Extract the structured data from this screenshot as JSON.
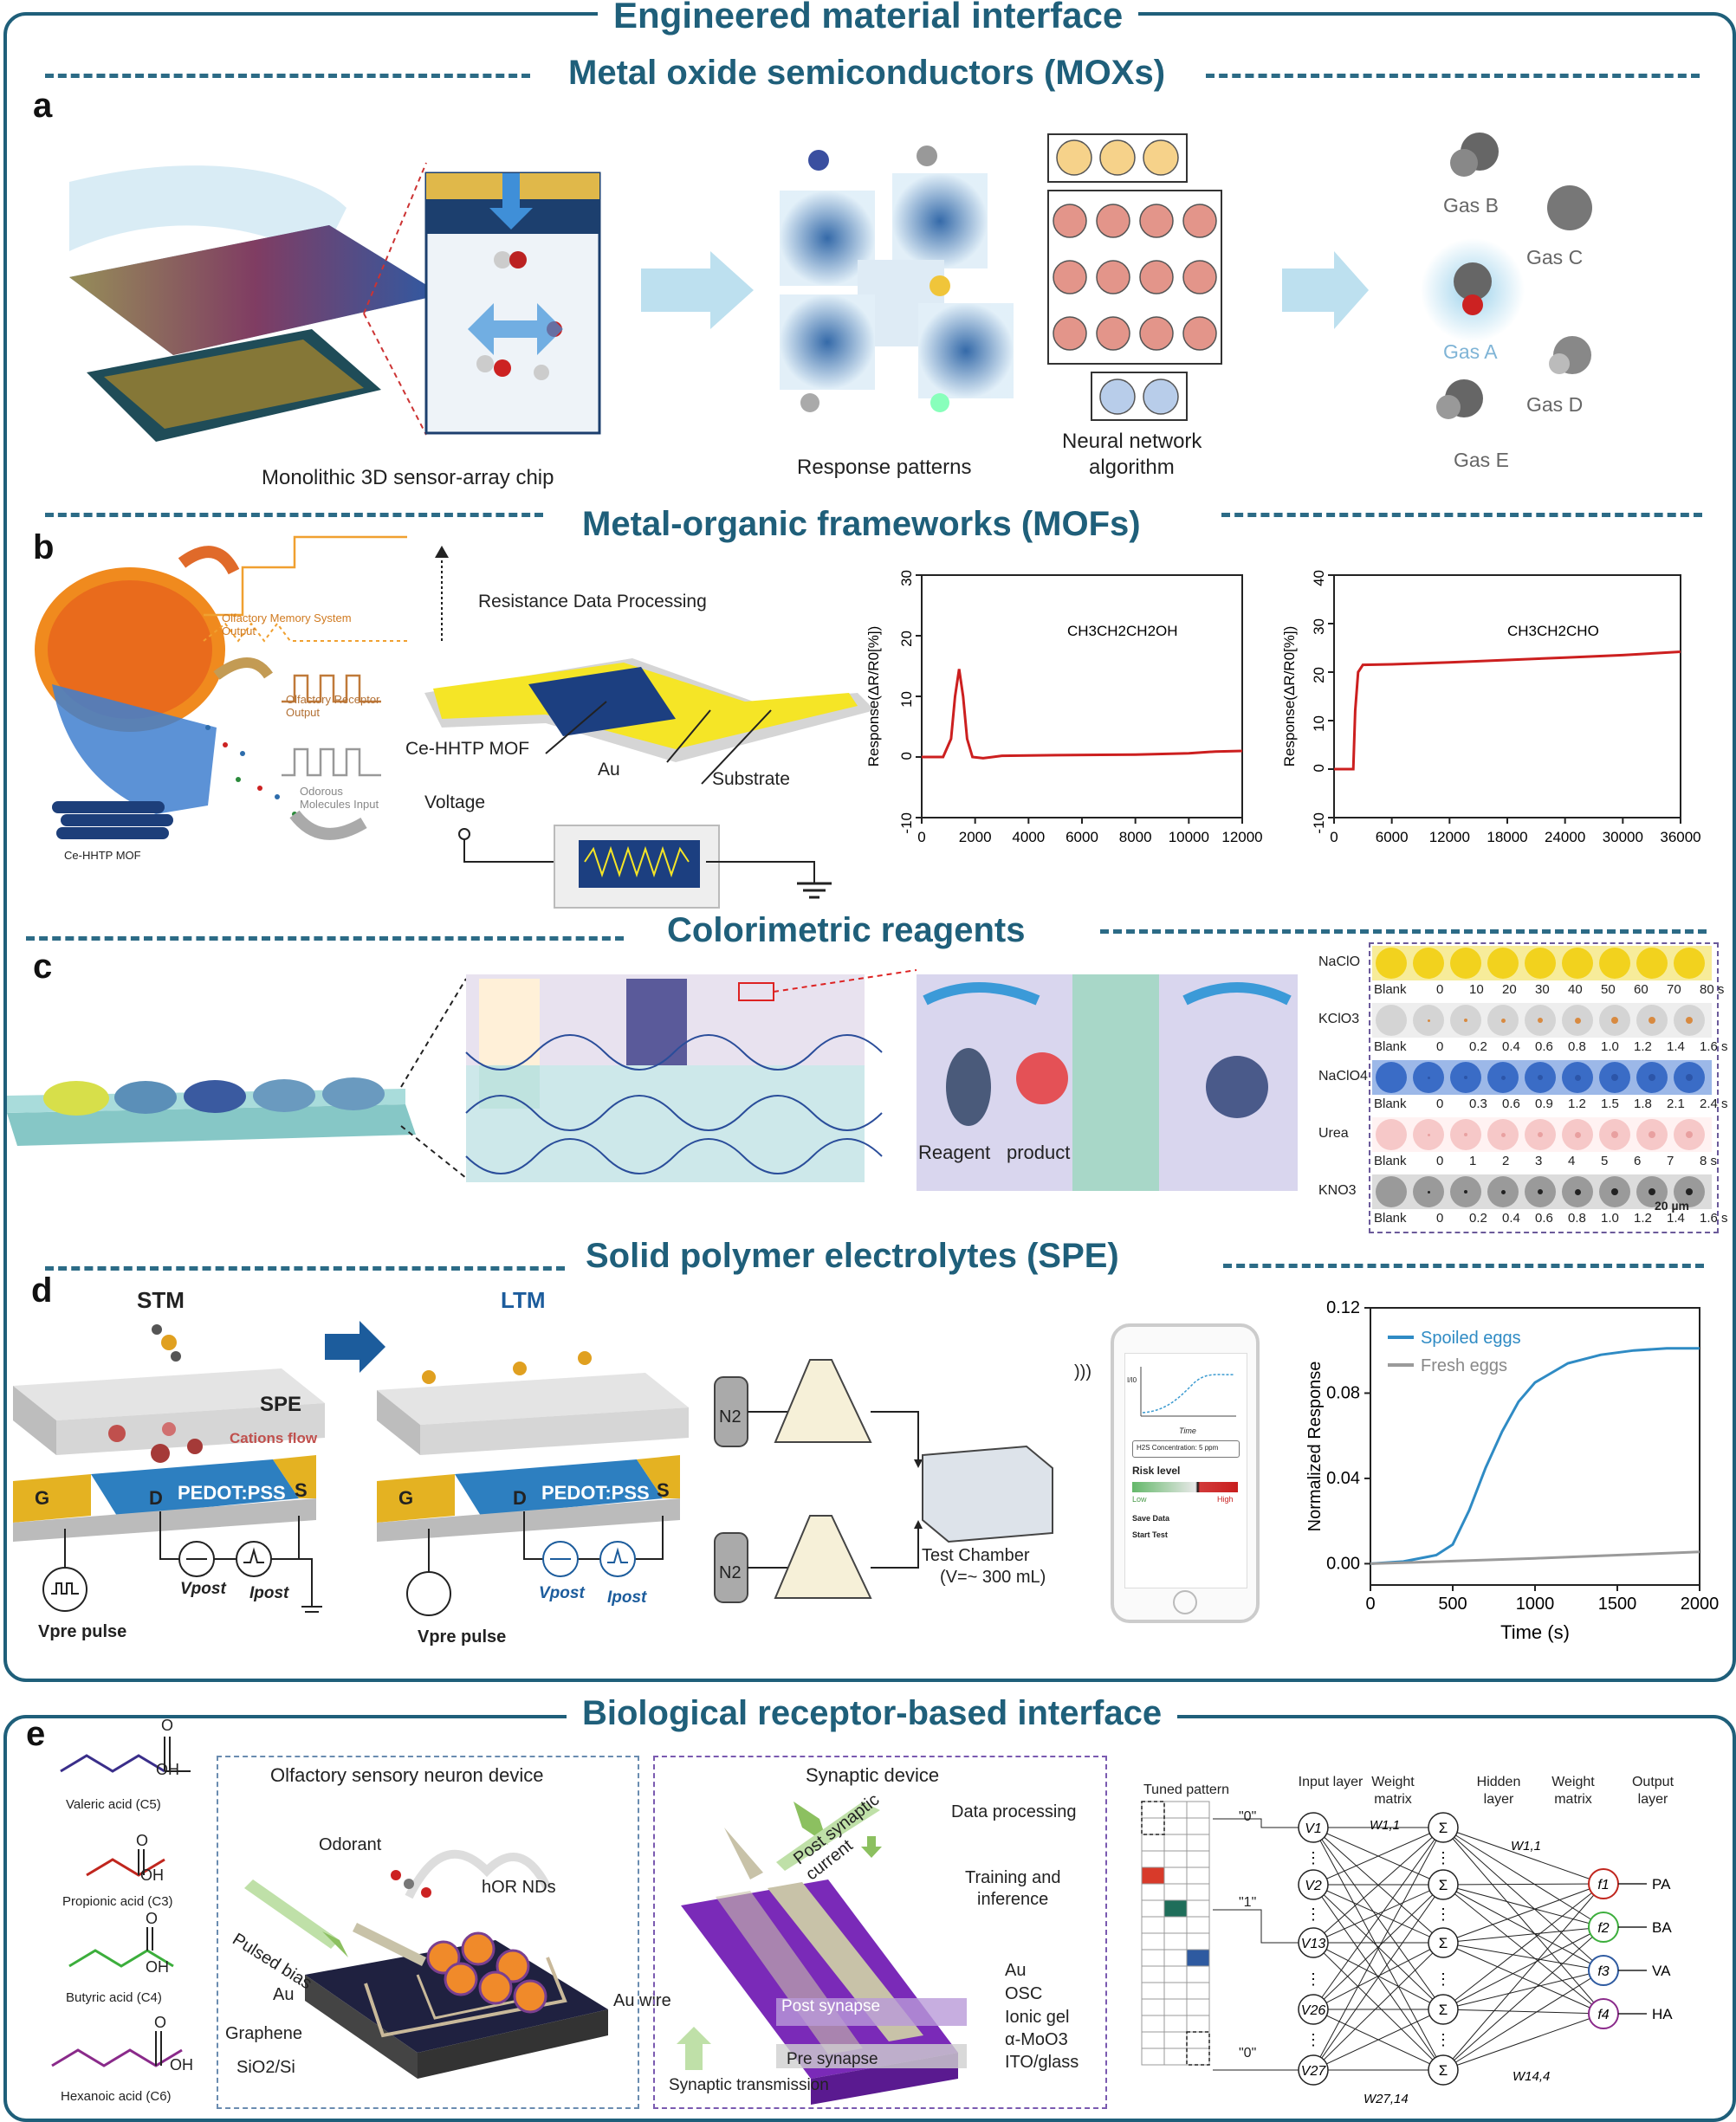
{
  "top_title": "Engineered material interface",
  "bottom_title": "Biological receptor-based interface",
  "panel_a": {
    "label": "a",
    "title": "Metal oxide semiconductors (MOXs)",
    "chip_caption": "Monolithic 3D sensor-array chip",
    "patterns_caption": "Response patterns",
    "nn_caption_1": "Neural network",
    "nn_caption_2": "algorithm",
    "gases": [
      "Gas B",
      "Gas C",
      "Gas A",
      "Gas D",
      "Gas E"
    ]
  },
  "panel_b": {
    "label": "b",
    "title": "Metal-organic frameworks (MOFs)",
    "memory_output": "Olfactory Memory System Output",
    "receptor_output": "Olfactory Receptor Output",
    "molecules_input": "Odorous Molecules Input",
    "mof_small": "Ce-HHTP MOF",
    "resistance": "Resistance Data Processing",
    "mof_label": "Ce-HHTP MOF",
    "au": "Au",
    "substrate": "Substrate",
    "voltage": "Voltage"
  },
  "panel_c": {
    "label": "c",
    "title": "Colorimetric reagents",
    "reagent": "Reagent",
    "product": "product",
    "scale": "20 µm",
    "rows": [
      {
        "name": "NaClO",
        "ticks": [
          "Blank",
          "0",
          "10",
          "20",
          "30",
          "40",
          "50",
          "60",
          "70",
          "80 s"
        ]
      },
      {
        "name": "KClO3",
        "ticks": [
          "Blank",
          "0",
          "0.2",
          "0.4",
          "0.6",
          "0.8",
          "1.0",
          "1.2",
          "1.4",
          "1.6 s"
        ]
      },
      {
        "name": "NaClO4",
        "ticks": [
          "Blank",
          "0",
          "0.3",
          "0.6",
          "0.9",
          "1.2",
          "1.5",
          "1.8",
          "2.1",
          "2.4 s"
        ]
      },
      {
        "name": "Urea",
        "ticks": [
          "Blank",
          "0",
          "1",
          "2",
          "3",
          "4",
          "5",
          "6",
          "7",
          "8 s"
        ]
      },
      {
        "name": "KNO3",
        "ticks": [
          "Blank",
          "0",
          "0.2",
          "0.4",
          "0.6",
          "0.8",
          "1.0",
          "1.2",
          "1.4",
          "1.6 s"
        ]
      }
    ]
  },
  "panel_d": {
    "label": "d",
    "title": "Solid polymer electrolytes (SPE)",
    "stm": "STM",
    "ltm": "LTM",
    "spe": "SPE",
    "cations": "Cations flow",
    "pedot": "PEDOT:PSS",
    "g": "G",
    "d": "D",
    "s": "S",
    "vpre": "Vpre pulse",
    "vpost": "Vpost",
    "ipost": "Ipost",
    "n2": "N2",
    "test_chamber": "Test Chamber",
    "volume": "(V=~ 300 mL)",
    "phone": {
      "axis_y": "I/I0",
      "axis_x": "Time",
      "concentration": "H2S Concentration:  5  ppm",
      "risk": "Risk level",
      "low": "Low",
      "high": "High",
      "save": "Save Data",
      "start": "Start Test"
    }
  },
  "panel_e": {
    "label": "e",
    "acids": [
      "Valeric acid (C5)",
      "Propionic acid (C3)",
      "Butyric acid (C4)",
      "Hexanoic acid (C6)"
    ],
    "oh": "OH",
    "o": "O",
    "osn_title": "Olfactory sensory neuron device",
    "odorant": "Odorant",
    "hor": "hOR NDs",
    "pulsed": "Pulsed bias",
    "au": "Au",
    "graphene": "Graphene",
    "sio2": "SiO2/Si",
    "au_wire": "Au wire",
    "syn_title": "Synaptic device",
    "post_current": "Post synaptic current",
    "data_processing": "Data processing",
    "training": "Training and",
    "inference": "inference",
    "layers": [
      "Au",
      "OSC",
      "Ionic gel",
      "α-MoO3",
      "ITO/glass"
    ],
    "post_synapse": "Post synapse",
    "pre_synapse": "Pre synapse",
    "transmission": "Synaptic transmission",
    "tuned": "Tuned pattern",
    "zero": "\"0\"",
    "one": "\"1\"",
    "nn_headers": [
      "Input layer",
      "Weight matrix",
      "Hidden layer",
      "Weight matrix",
      "Output layer"
    ],
    "inputs": [
      "V1",
      "V2",
      "V13",
      "V26",
      "V27"
    ],
    "w_top_left": "W1,1",
    "w_top_right": "W1,1",
    "w_bottom_left": "W27,14",
    "w_bottom_right": "W14,4",
    "outputs": [
      "PA",
      "BA",
      "VA",
      "HA"
    ],
    "output_nodes": [
      "f1",
      "f2",
      "f3",
      "f4"
    ]
  },
  "chart_data": [
    {
      "type": "line",
      "ylabel": "Response(ΔR/R0[%])",
      "annotation": "CH3CH2CH2OH",
      "xlim": [
        0,
        12000
      ],
      "ylim": [
        -10,
        30
      ],
      "xticks": [
        0,
        2000,
        4000,
        6000,
        8000,
        10000,
        12000
      ],
      "yticks": [
        -10,
        0,
        10,
        20,
        30
      ],
      "color": "#cc1f1f",
      "x": [
        0,
        800,
        1100,
        1250,
        1400,
        1550,
        1700,
        1900,
        2300,
        3000,
        5000,
        8000,
        10000,
        11000,
        12000
      ],
      "y": [
        0,
        0,
        3,
        10,
        14.5,
        10,
        3,
        0,
        -0.2,
        0.2,
        0.3,
        0.4,
        0.6,
        0.9,
        1.0
      ]
    },
    {
      "type": "line",
      "ylabel": "Response(ΔR/R0[%])",
      "annotation": "CH3CH2CHO",
      "xlim": [
        0,
        36000
      ],
      "ylim": [
        -10,
        40
      ],
      "xticks": [
        0,
        6000,
        12000,
        18000,
        24000,
        30000,
        36000
      ],
      "yticks": [
        -10,
        0,
        10,
        20,
        30,
        40
      ],
      "color": "#cc1f1f",
      "x": [
        0,
        2000,
        2200,
        2500,
        3000,
        6000,
        12000,
        18000,
        24000,
        30000,
        36000
      ],
      "y": [
        0,
        0,
        12,
        20,
        21.5,
        21.6,
        22,
        22.5,
        23,
        23.5,
        24.2
      ]
    },
    {
      "type": "line",
      "xlabel": "Time (s)",
      "ylabel": "Normalized Response",
      "xlim": [
        0,
        2000
      ],
      "ylim": [
        -0.01,
        0.12
      ],
      "xticks": [
        0,
        500,
        1000,
        1500,
        2000
      ],
      "yticks": [
        0.0,
        0.04,
        0.08,
        0.12
      ],
      "legend": "top-left",
      "series": [
        {
          "name": "Spoiled eggs",
          "color": "#2f8bc4",
          "x": [
            0,
            200,
            400,
            500,
            600,
            700,
            800,
            900,
            1000,
            1200,
            1400,
            1600,
            1800,
            2000
          ],
          "y": [
            0,
            0.001,
            0.004,
            0.009,
            0.025,
            0.045,
            0.062,
            0.076,
            0.085,
            0.094,
            0.098,
            0.1,
            0.101,
            0.101
          ]
        },
        {
          "name": "Fresh eggs",
          "color": "#9a9a9a",
          "x": [
            0,
            500,
            1000,
            1500,
            2000
          ],
          "y": [
            0,
            0.0012,
            0.0025,
            0.004,
            0.0055
          ]
        }
      ]
    }
  ]
}
